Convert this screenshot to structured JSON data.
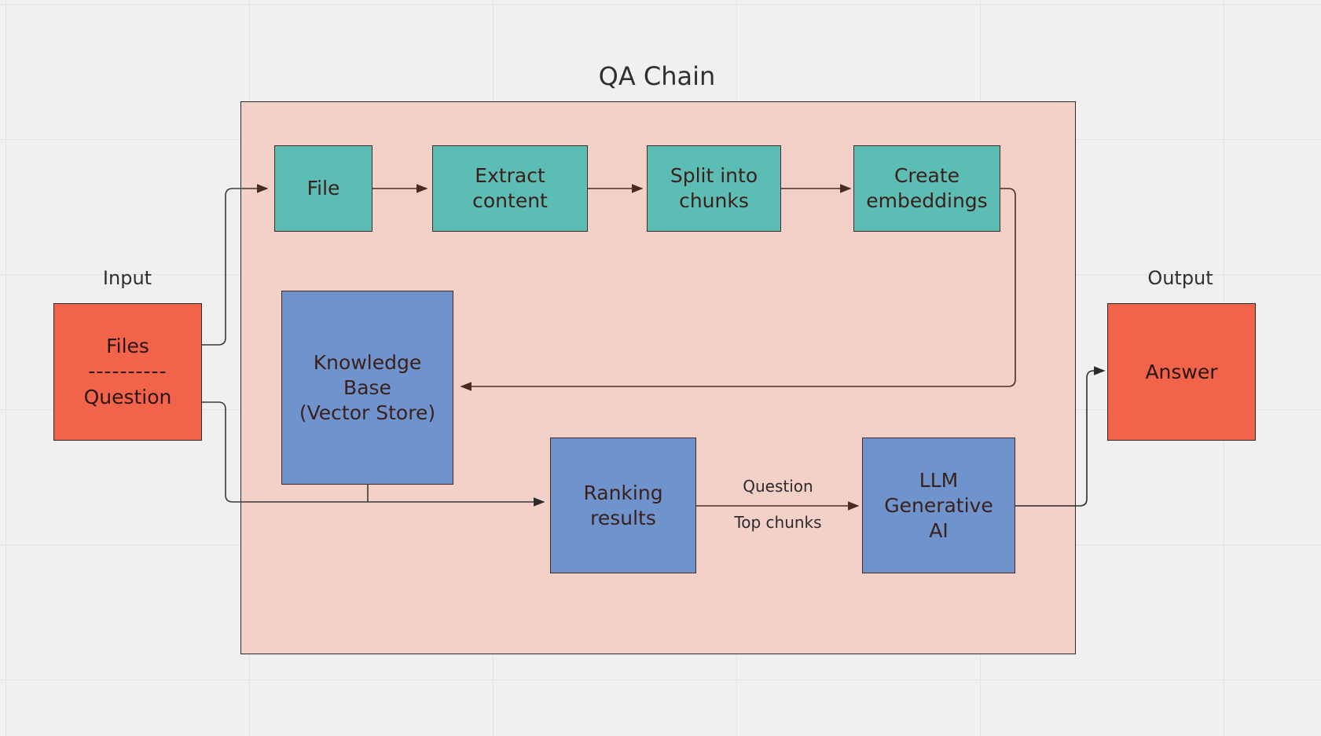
{
  "diagram": {
    "title": "QA Chain",
    "background_color": "#f0f0f0",
    "group_fill": "#f3d0c8",
    "colors": {
      "process": "#5bbdb4",
      "store": "#6f94cd",
      "io": "#f16449",
      "stroke": "#4a2b24",
      "text": "#3b1f1a"
    }
  },
  "labels": {
    "input": "Input",
    "output": "Output"
  },
  "nodes": {
    "input_files": "Files",
    "input_separator": "----------",
    "input_question": "Question",
    "file": "File",
    "extract_content": "Extract\ncontent",
    "extract_content_l1": "Extract",
    "extract_content_l2": "content",
    "split_chunks_l1": "Split into",
    "split_chunks_l2": "chunks",
    "create_embeddings_l1": "Create",
    "create_embeddings_l2": "embeddings",
    "knowledge_base_l1": "Knowledge",
    "knowledge_base_l2": "Base",
    "knowledge_base_l3": "(Vector Store)",
    "ranking_results_l1": "Ranking",
    "ranking_results_l2": "results",
    "llm_l1": "LLM",
    "llm_l2": "Generative",
    "llm_l3": "AI",
    "answer": "Answer"
  },
  "edge_labels": {
    "question": "Question",
    "top_chunks": "Top chunks"
  },
  "chart_data": {
    "type": "diagram",
    "title": "QA Chain",
    "nodes": [
      {
        "id": "input",
        "label": "Files / ---------- / Question",
        "group": "Input",
        "color": "#f16449"
      },
      {
        "id": "file",
        "label": "File",
        "group": "QA Chain",
        "color": "#5bbdb4"
      },
      {
        "id": "extract",
        "label": "Extract content",
        "group": "QA Chain",
        "color": "#5bbdb4"
      },
      {
        "id": "split",
        "label": "Split into chunks",
        "group": "QA Chain",
        "color": "#5bbdb4"
      },
      {
        "id": "embed",
        "label": "Create embeddings",
        "group": "QA Chain",
        "color": "#5bbdb4"
      },
      {
        "id": "kb",
        "label": "Knowledge Base (Vector Store)",
        "group": "QA Chain",
        "color": "#6f94cd"
      },
      {
        "id": "rank",
        "label": "Ranking results",
        "group": "QA Chain",
        "color": "#6f94cd"
      },
      {
        "id": "llm",
        "label": "LLM Generative AI",
        "group": "QA Chain",
        "color": "#6f94cd"
      },
      {
        "id": "answer",
        "label": "Answer",
        "group": "Output",
        "color": "#f16449"
      }
    ],
    "edges": [
      {
        "from": "input",
        "to": "file",
        "label": ""
      },
      {
        "from": "file",
        "to": "extract",
        "label": ""
      },
      {
        "from": "extract",
        "to": "split",
        "label": ""
      },
      {
        "from": "split",
        "to": "embed",
        "label": ""
      },
      {
        "from": "embed",
        "to": "kb",
        "label": ""
      },
      {
        "from": "input",
        "to": "rank",
        "label": ""
      },
      {
        "from": "kb",
        "to": "rank",
        "label": ""
      },
      {
        "from": "rank",
        "to": "llm",
        "label": "Question / Top chunks"
      },
      {
        "from": "llm",
        "to": "answer",
        "label": ""
      }
    ]
  }
}
